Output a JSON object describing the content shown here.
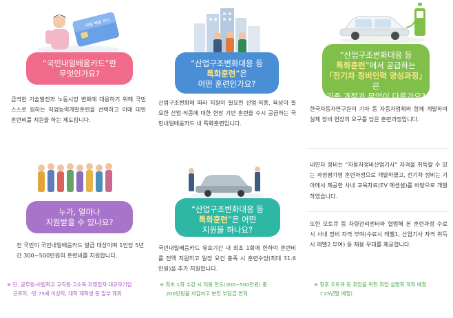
{
  "colors": {
    "pink": "#f06b8a",
    "blue": "#4a8fd6",
    "green": "#7fbf4a",
    "purple": "#a874c9",
    "teal": "#2fb7a6",
    "highlight": "#ffe48a"
  },
  "card1": {
    "title_line1": "“국민내일배움카드”란",
    "title_line2": "무엇인가요?",
    "body": "급격한 기술발전과 노동시장 변화에 대응하기 위해 국민 스스로 원하는 직업능력개발훈련을 선택하고 이에 대한 훈련비를 지원을 하는 제도입니다.",
    "card_label": "내일 배움 카드",
    "illustration_icon": "credit-card-icon"
  },
  "card2": {
    "title_line1": "“산업구조변화대응 등",
    "title_line2a": "특화훈련",
    "title_line2b": "”은",
    "title_line3": "어떤 훈련인가요?",
    "body": "산업구조변화에 따라 지원이 필요한 산업·직종, 육성이 필요한 산업·직종에 대한 현장 기반 훈련을 수시 공급하는 국민내일배움카드 내 특화훈련입니다.",
    "illustration_icon": "city-workers-icon"
  },
  "card3": {
    "title_line1": "“산업구조변화대응 등",
    "title_line2a": "특화훈련",
    "title_line2b": "”에서 공급하는",
    "title_line3a": "「전기차 정비인력 양성과정」",
    "title_line3b": "은",
    "title_line4": "기존 과정과 무엇이 다른가요?",
    "body_p1": "한국자동차연구원이 기아 등 자동차업체와 함께 개발하여 실제 정비 현장의 요구를 담은 훈련과정입니다.",
    "body_p2": "내연차 정비는 “자동차정비산업기사” 자격을 취득할 수 있는 과정평가형 훈련과정으로 개발하였고, 전기차 정비는 기아에서 제공한 사내 교육자료(EV 에센셜)를 바탕으로 개발하였습니다.",
    "body_p3": "또한 오토큐 등 차량관리센터와 협업해 본 훈련과정 수료 시 사내 정비 자격 부여(수료시 레벨1, 산업기사 자격 취득 시 레벨2 부여) 등 채용 우대를 제공합니다.",
    "note_line1": "※ 향후 오토큐 등 취업을 위한 취업 설명회 개최 예정",
    "note_line2": "(’25년말 예정)",
    "illustration_icon": "electric-car-charging-icon"
  },
  "card4": {
    "title_line1": "누가, 얼마나",
    "title_line2": "지원받을 수 있나요?",
    "body": "전 국민이 국민내일배움카드 발급 대상이며 1인당 5년간 300~500만원의 훈련비를 지원합니다.",
    "note_line1": "※ 단, 공무원·사립학교 교직원·고소득 자영업자·대규모기업",
    "note_line2": "근로자, ·만 75세 이상자, 대학 재학생 등 일부 제외",
    "illustration_icon": "group-of-people-icon"
  },
  "card5": {
    "title_line1": "“산업구조변화대응 등",
    "title_line2a": "특화훈련",
    "title_line2b": "”은 어떤",
    "title_line3": "지원을 하나요?",
    "body": "국민내일배움카드 유효기간 내 최초 1회에 한하여 훈련비를 전액 지원하고 일정 요건 충족 시 훈련수당(최대 31.6만원)을 추가 지원합니다.",
    "note_line1": "※ 최초 1회 수강 시 지원 한도(300~500만원) 중",
    "note_line2": "200만원을 차감하고 본인 부담금 면제",
    "illustration_icon": "car-and-mechanics-icon"
  }
}
